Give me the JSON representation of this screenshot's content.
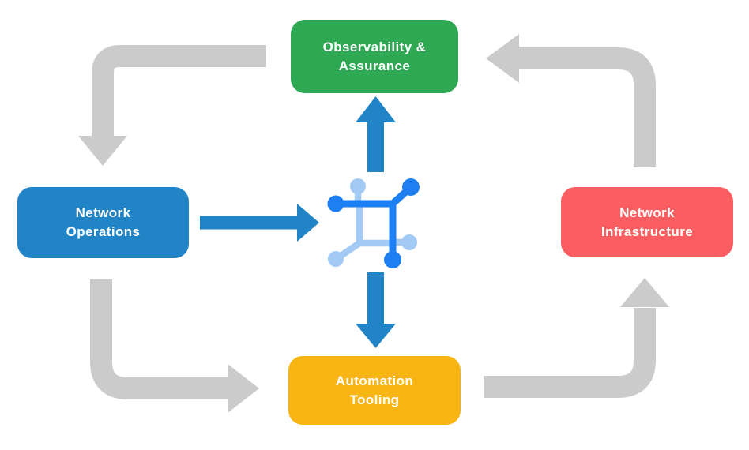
{
  "diagram": {
    "background_color": "#ffffff",
    "nodes": [
      {
        "id": "observability-assurance",
        "line1": "Observability &",
        "line2": "Assurance",
        "color": "#2EA853",
        "text_color": "#ffffff"
      },
      {
        "id": "network-operations",
        "line1": "Network",
        "line2": "Operations",
        "color": "#2184C6",
        "text_color": "#ffffff"
      },
      {
        "id": "network-infrastructure",
        "line1": "Network",
        "line2": "Infrastructure",
        "color": "#FA5E60",
        "text_color": "#ffffff"
      },
      {
        "id": "automation-tooling",
        "line1": "Automation",
        "line2": "Tooling",
        "color": "#F9B513",
        "text_color": "#ffffff"
      }
    ],
    "center_icon": {
      "name": "network-mesh-icon",
      "primary_color": "#1E7FF2",
      "secondary_color": "#A3C9F5"
    },
    "flows": {
      "cycle_arrow_color": "#CBCBCB",
      "hub_arrow_color": "#2184C6",
      "cycle": [
        {
          "from": "observability-assurance",
          "to": "network-operations"
        },
        {
          "from": "network-operations",
          "to": "automation-tooling"
        },
        {
          "from": "automation-tooling",
          "to": "network-infrastructure"
        },
        {
          "from": "network-infrastructure",
          "to": "observability-assurance"
        }
      ],
      "hub": [
        {
          "from": "network-operations",
          "to": "center-icon"
        },
        {
          "from": "center-icon",
          "to": "observability-assurance"
        },
        {
          "from": "center-icon",
          "to": "automation-tooling"
        }
      ]
    }
  }
}
